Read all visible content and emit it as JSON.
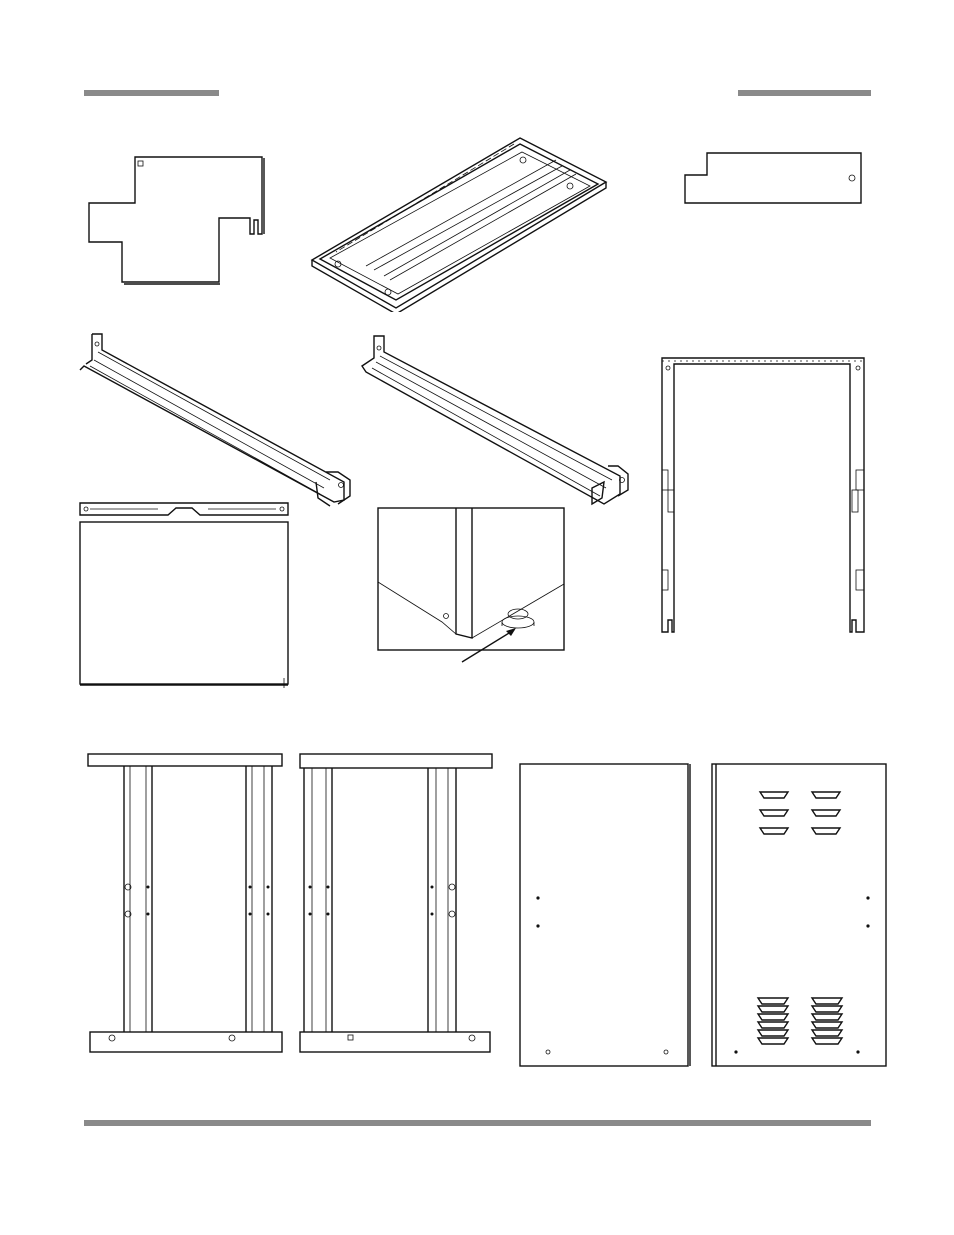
{
  "page": {
    "header": {
      "left_rule": "header-rule-left",
      "right_rule": "header-rule-right"
    },
    "footer": {
      "rule": "footer-rule"
    },
    "figures": [
      {
        "id": "notched-side-bracket",
        "label": ""
      },
      {
        "id": "drip-tray",
        "label": ""
      },
      {
        "id": "stepped-top-bracket",
        "label": ""
      },
      {
        "id": "left-rail",
        "label": ""
      },
      {
        "id": "right-rail",
        "label": ""
      },
      {
        "id": "side-frame",
        "label": ""
      },
      {
        "id": "top-panel-strip",
        "label": ""
      },
      {
        "id": "flat-panel",
        "label": ""
      },
      {
        "id": "leveling-leg-detail",
        "label": ""
      },
      {
        "id": "front-frame-left",
        "label": ""
      },
      {
        "id": "front-frame-right",
        "label": ""
      },
      {
        "id": "solid-side-panel",
        "label": ""
      },
      {
        "id": "louvered-side-panel",
        "label": ""
      }
    ]
  },
  "colors": {
    "rule": "#8a8a8a",
    "line": "#111111",
    "paper": "#ffffff"
  }
}
